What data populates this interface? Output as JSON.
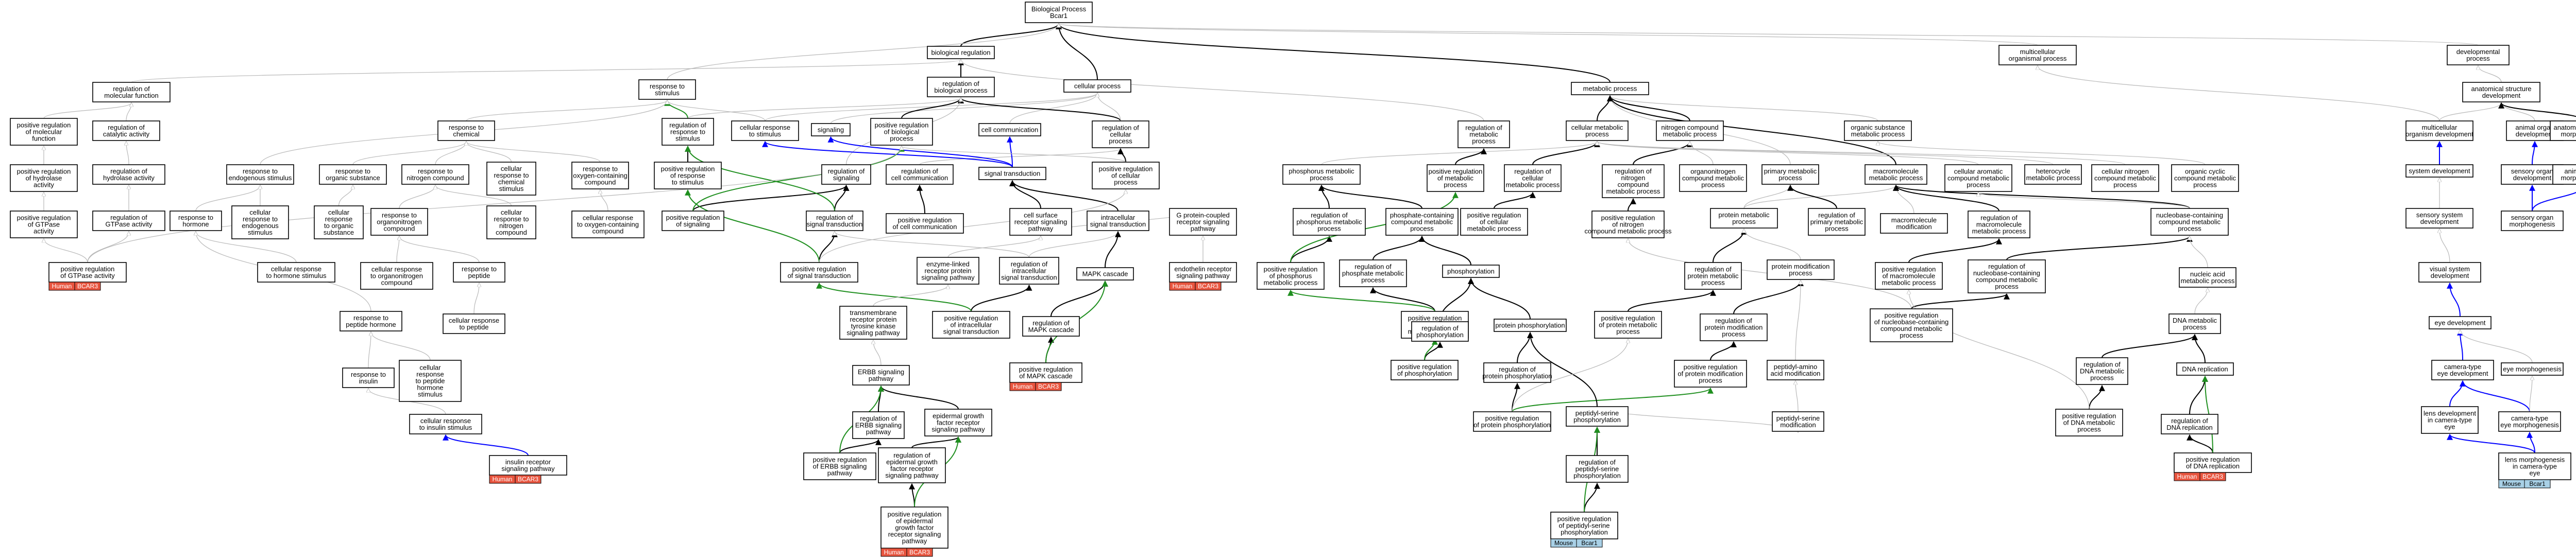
{
  "colors": {
    "human_tag": "#e8553f",
    "mouse_tag": "#a8d0e6",
    "gray_edge": "#b8b8b8",
    "black_edge": "#000000",
    "blue_edge": "#0000ff",
    "green_edge": "#1f8f1f"
  },
  "nodes": [
    {
      "id": "bp",
      "label": [
        "Biological Process",
        "Bcar1"
      ]
    },
    {
      "id": "bioreg",
      "label": [
        "biological regulation"
      ]
    },
    {
      "id": "regbio",
      "label": [
        "regulation of",
        "biological process"
      ]
    },
    {
      "id": "cellproc",
      "label": [
        "cellular process"
      ]
    },
    {
      "id": "multi",
      "label": [
        "multicellular",
        "organismal process"
      ]
    },
    {
      "id": "dev",
      "label": [
        "developmental",
        "process"
      ]
    },
    {
      "id": "metab",
      "label": [
        "metabolic process"
      ]
    },
    {
      "id": "regmol",
      "label": [
        "regulation of",
        "molecular function"
      ]
    },
    {
      "id": "posmol",
      "label": [
        "positive regulation",
        "of molecular",
        "function"
      ]
    },
    {
      "id": "regcat",
      "label": [
        "regulation of",
        "catalytic activity"
      ]
    },
    {
      "id": "poshyd",
      "label": [
        "positive regulation",
        "of hydrolase",
        "activity"
      ]
    },
    {
      "id": "reghyd",
      "label": [
        "regulation of",
        "hydrolase activity"
      ]
    },
    {
      "id": "posgtp",
      "label": [
        "positive regulation",
        "of GTPase",
        "activity"
      ]
    },
    {
      "id": "reggtp",
      "label": [
        "regulation of",
        "GTPase activity"
      ]
    },
    {
      "id": "posgtp2",
      "label": [
        "positive regulation",
        "of GTPase activity"
      ]
    },
    {
      "id": "respstim",
      "label": [
        "response to",
        "stimulus"
      ]
    },
    {
      "id": "respchem",
      "label": [
        "response to",
        "chemical"
      ]
    },
    {
      "id": "regresp",
      "label": [
        "regulation of",
        "response to",
        "stimulus"
      ]
    },
    {
      "id": "respendo",
      "label": [
        "response to",
        "endogenous stimulus"
      ]
    },
    {
      "id": "resporg",
      "label": [
        "response to",
        "organic substance"
      ]
    },
    {
      "id": "respnitro",
      "label": [
        "response to",
        "nitrogen compound"
      ]
    },
    {
      "id": "cellrespchem",
      "label": [
        "cellular",
        "response to",
        "chemical",
        "stimulus"
      ]
    },
    {
      "id": "respoxy",
      "label": [
        "response to",
        "oxygen-containing",
        "compound"
      ]
    },
    {
      "id": "resphorm",
      "label": [
        "response to",
        "hormone"
      ]
    },
    {
      "id": "cellrespendo",
      "label": [
        "cellular",
        "response to",
        "endogenous",
        "stimulus"
      ]
    },
    {
      "id": "cellresporg",
      "label": [
        "cellular",
        "response",
        "to organic",
        "substance"
      ]
    },
    {
      "id": "respoorgn",
      "label": [
        "response to",
        "organonitrogen",
        "compound"
      ]
    },
    {
      "id": "cellrespnitro",
      "label": [
        "cellular",
        "response to",
        "nitrogen",
        "compound"
      ]
    },
    {
      "id": "cellrespoxy",
      "label": [
        "cellular response",
        "to oxygen-containing",
        "compound"
      ]
    },
    {
      "id": "cellresphorm",
      "label": [
        "cellular response",
        "to hormone stimulus"
      ]
    },
    {
      "id": "cellrespoorgn",
      "label": [
        "cellular response",
        "to organonitrogen",
        "compound"
      ]
    },
    {
      "id": "resppep",
      "label": [
        "response to",
        "peptide"
      ]
    },
    {
      "id": "resppephorm",
      "label": [
        "response to",
        "peptide hormone"
      ]
    },
    {
      "id": "cellresppep",
      "label": [
        "cellular response",
        "to peptide"
      ]
    },
    {
      "id": "respins",
      "label": [
        "response to",
        "insulin"
      ]
    },
    {
      "id": "cellresppephorm",
      "label": [
        "cellular",
        "response",
        "to peptide",
        "hormone",
        "stimulus"
      ]
    },
    {
      "id": "cellrespins",
      "label": [
        "cellular response",
        "to insulin stimulus"
      ]
    },
    {
      "id": "insrec",
      "label": [
        "insulin receptor",
        "signaling pathway"
      ]
    },
    {
      "id": "cellrespstim",
      "label": [
        "cellular response",
        "to stimulus"
      ]
    },
    {
      "id": "signaling",
      "label": [
        "signaling"
      ]
    },
    {
      "id": "posregbio",
      "label": [
        "positive regulation",
        "of biological",
        "process"
      ]
    },
    {
      "id": "cellcomm",
      "label": [
        "cell communication"
      ]
    },
    {
      "id": "regcell",
      "label": [
        "regulation of",
        "cellular",
        "process"
      ]
    },
    {
      "id": "posresp",
      "label": [
        "positive regulation",
        "of response",
        "to stimulus"
      ]
    },
    {
      "id": "regsig",
      "label": [
        "regulation of",
        "signaling"
      ]
    },
    {
      "id": "regcomm",
      "label": [
        "regulation of",
        "cell communication"
      ]
    },
    {
      "id": "sigtrans",
      "label": [
        "signal transduction"
      ]
    },
    {
      "id": "poscell",
      "label": [
        "positive regulation",
        "of cellular",
        "process"
      ]
    },
    {
      "id": "possig",
      "label": [
        "positive regulation",
        "of signaling"
      ]
    },
    {
      "id": "regst",
      "label": [
        "regulation of",
        "signal transduction"
      ]
    },
    {
      "id": "poscomm",
      "label": [
        "positive regulation",
        "of cell communication"
      ]
    },
    {
      "id": "cellsurf",
      "label": [
        "cell surface",
        "receptor signaling",
        "pathway"
      ]
    },
    {
      "id": "intra",
      "label": [
        "intracellular",
        "signal transduction"
      ]
    },
    {
      "id": "gpcr",
      "label": [
        "G protein-coupled",
        "receptor signaling",
        "pathway"
      ]
    },
    {
      "id": "posst",
      "label": [
        "positive regulation",
        "of signal transduction"
      ]
    },
    {
      "id": "enzrec",
      "label": [
        "enzyme-linked",
        "receptor protein",
        "signaling pathway"
      ]
    },
    {
      "id": "regintra",
      "label": [
        "regulation of",
        "intracellular",
        "signal transduction"
      ]
    },
    {
      "id": "mapk",
      "label": [
        "MAPK cascade"
      ]
    },
    {
      "id": "endorec",
      "label": [
        "endothelin receptor",
        "signaling pathway"
      ]
    },
    {
      "id": "posintra",
      "label": [
        "positive regulation",
        "of intracellular",
        "signal transduction"
      ]
    },
    {
      "id": "regmapk",
      "label": [
        "regulation of",
        "MAPK cascade"
      ]
    },
    {
      "id": "tyrosine",
      "label": [
        "transmembrane",
        "receptor protein",
        "tyrosine kinase",
        "signaling pathway"
      ]
    },
    {
      "id": "posmapk",
      "label": [
        "positive regulation",
        "of MAPK cascade"
      ]
    },
    {
      "id": "erbb",
      "label": [
        "ERBB signaling",
        "pathway"
      ]
    },
    {
      "id": "regerbb",
      "label": [
        "regulation of",
        "ERBB signaling",
        "pathway"
      ]
    },
    {
      "id": "egfr",
      "label": [
        "epidermal growth",
        "factor receptor",
        "signaling pathway"
      ]
    },
    {
      "id": "poserbb",
      "label": [
        "positive regulation",
        "of ERBB signaling",
        "pathway"
      ]
    },
    {
      "id": "regegfr",
      "label": [
        "regulation of",
        "epidermal growth",
        "factor receptor",
        "signaling pathway"
      ]
    },
    {
      "id": "posegfr",
      "label": [
        "positive regulation",
        "of epidermal",
        "growth factor",
        "receptor signaling",
        "pathway"
      ]
    },
    {
      "id": "phosmet",
      "label": [
        "phosphorus metabolic",
        "process"
      ]
    },
    {
      "id": "regmet",
      "label": [
        "regulation of",
        "metabolic",
        "process"
      ]
    },
    {
      "id": "cellmet",
      "label": [
        "cellular metabolic",
        "process"
      ]
    },
    {
      "id": "nitrocomp",
      "label": [
        "nitrogen compound",
        "metabolic process"
      ]
    },
    {
      "id": "orgsub",
      "label": [
        "organic substance",
        "metabolic process"
      ]
    },
    {
      "id": "regphosmet",
      "label": [
        "regulation of",
        "phosphorus metabolic",
        "process"
      ]
    },
    {
      "id": "phosphcont",
      "label": [
        "phosphate-containing",
        "compound metabolic",
        "process"
      ]
    },
    {
      "id": "posmet",
      "label": [
        "positive regulation",
        "of metabolic",
        "process"
      ]
    },
    {
      "id": "regcellmet",
      "label": [
        "regulation of",
        "cellular",
        "metabolic process"
      ]
    },
    {
      "id": "regnitro",
      "label": [
        "regulation of",
        "nitrogen",
        "compound",
        "metabolic process"
      ]
    },
    {
      "id": "orgnitro",
      "label": [
        "organonitrogen",
        "compound metabolic",
        "process"
      ]
    },
    {
      "id": "primmet",
      "label": [
        "primary metabolic",
        "process"
      ]
    },
    {
      "id": "macromet",
      "label": [
        "macromolecule",
        "metabolic process"
      ]
    },
    {
      "id": "cellarom",
      "label": [
        "cellular aromatic",
        "compound metabolic",
        "process"
      ]
    },
    {
      "id": "hetero",
      "label": [
        "heterocycle",
        "metabolic process"
      ]
    },
    {
      "id": "cellnitro",
      "label": [
        "cellular nitrogen",
        "compound metabolic",
        "process"
      ]
    },
    {
      "id": "orgcyc",
      "label": [
        "organic cyclic",
        "compound metabolic",
        "process"
      ]
    },
    {
      "id": "posphosmet",
      "label": [
        "positive regulation",
        "of phosphorus",
        "metabolic process"
      ]
    },
    {
      "id": "regphosphmet",
      "label": [
        "regulation of",
        "phosphate metabolic",
        "process"
      ]
    },
    {
      "id": "poscellmet",
      "label": [
        "positive regulation",
        "of cellular",
        "metabolic process"
      ]
    },
    {
      "id": "posnitro",
      "label": [
        "positive regulation",
        "of nitrogen",
        "compound metabolic process"
      ]
    },
    {
      "id": "protmet",
      "label": [
        "protein metabolic",
        "process"
      ]
    },
    {
      "id": "regprimet",
      "label": [
        "regulation of",
        "primary metabolic",
        "process"
      ]
    },
    {
      "id": "macromod",
      "label": [
        "macromolecule",
        "modification"
      ]
    },
    {
      "id": "regmacromet",
      "label": [
        "regulation of",
        "macromolecule",
        "metabolic process"
      ]
    },
    {
      "id": "nucleo",
      "label": [
        "nucleobase-containing",
        "compound metabolic",
        "process"
      ]
    },
    {
      "id": "posphosphmet",
      "label": [
        "positive regulation",
        "of phosphate",
        "metabolic process"
      ]
    },
    {
      "id": "phosphorylation",
      "label": [
        "phosphorylation"
      ]
    },
    {
      "id": "regprotmet",
      "label": [
        "regulation of",
        "protein metabolic",
        "process"
      ]
    },
    {
      "id": "protmod",
      "label": [
        "protein modification",
        "process"
      ]
    },
    {
      "id": "posmacromet",
      "label": [
        "positive regulation",
        "of macromolecule",
        "metabolic process"
      ]
    },
    {
      "id": "regnucleo",
      "label": [
        "regulation of",
        "nucleobase-containing",
        "compound metabolic",
        "process"
      ]
    },
    {
      "id": "nucacid",
      "label": [
        "nucleic acid",
        "metabolic process"
      ]
    },
    {
      "id": "regphosph",
      "label": [
        "regulation of",
        "phosphorylation"
      ]
    },
    {
      "id": "protphos",
      "label": [
        "protein phosphorylation"
      ]
    },
    {
      "id": "posprotmet",
      "label": [
        "positive regulation",
        "of protein metabolic",
        "process"
      ]
    },
    {
      "id": "regprotmod",
      "label": [
        "regulation of",
        "protein modification",
        "process"
      ]
    },
    {
      "id": "posnucleo",
      "label": [
        "positive regulation",
        "of nucleobase-containing",
        "compound metabolic",
        "process"
      ]
    },
    {
      "id": "dnamet",
      "label": [
        "DNA metabolic",
        "process"
      ]
    },
    {
      "id": "posphosph",
      "label": [
        "positive regulation",
        "of phosphorylation"
      ]
    },
    {
      "id": "regprotphos",
      "label": [
        "regulation of",
        "protein phosphorylation"
      ]
    },
    {
      "id": "posprotmod",
      "label": [
        "positive regulation",
        "of protein modification",
        "process"
      ]
    },
    {
      "id": "peptaa",
      "label": [
        "peptidyl-amino",
        "acid modification"
      ]
    },
    {
      "id": "regdnamet",
      "label": [
        "regulation of",
        "DNA metabolic",
        "process"
      ]
    },
    {
      "id": "dnarep",
      "label": [
        "DNA replication"
      ]
    },
    {
      "id": "peptser",
      "label": [
        "peptidyl-serine",
        "modification"
      ]
    },
    {
      "id": "posprotphos",
      "label": [
        "positive regulation",
        "of protein phosphorylation"
      ]
    },
    {
      "id": "posdnamet",
      "label": [
        "positive regulation",
        "of DNA metabolic",
        "process"
      ]
    },
    {
      "id": "regdnarep",
      "label": [
        "regulation of",
        "DNA replication"
      ]
    },
    {
      "id": "pepsphos",
      "label": [
        "peptidyl-serine",
        "phosphorylation"
      ]
    },
    {
      "id": "posdnarep",
      "label": [
        "positive regulation",
        "of DNA replication"
      ]
    },
    {
      "id": "regpepsphos",
      "label": [
        "regulation of",
        "peptidyl-serine",
        "phosphorylation"
      ]
    },
    {
      "id": "pospepsphos",
      "label": [
        "positive regulation",
        "of peptidyl-serine",
        "phosphorylation"
      ]
    },
    {
      "id": "anatdev",
      "label": [
        "anatomical structure",
        "development"
      ]
    },
    {
      "id": "multidev",
      "label": [
        "multicellular",
        "organism development"
      ]
    },
    {
      "id": "animaldev",
      "label": [
        "animal organ",
        "development"
      ]
    },
    {
      "id": "anatmorph",
      "label": [
        "anatomical structure",
        "morphogenesis"
      ]
    },
    {
      "id": "sysdev",
      "label": [
        "system development"
      ]
    },
    {
      "id": "sensdev",
      "label": [
        "sensory organ",
        "development"
      ]
    },
    {
      "id": "animalmorph",
      "label": [
        "animal organ",
        "morphogenesis"
      ]
    },
    {
      "id": "senssys",
      "label": [
        "sensory system",
        "development"
      ]
    },
    {
      "id": "sensmorph",
      "label": [
        "sensory organ",
        "morphogenesis"
      ]
    },
    {
      "id": "vissys",
      "label": [
        "visual system",
        "development"
      ]
    },
    {
      "id": "eyedev",
      "label": [
        "eye development"
      ]
    },
    {
      "id": "cameye",
      "label": [
        "camera-type",
        "eye development"
      ]
    },
    {
      "id": "eyemorph",
      "label": [
        "eye morphogenesis"
      ]
    },
    {
      "id": "lensdev",
      "label": [
        "lens development",
        "in camera-type",
        "eye"
      ]
    },
    {
      "id": "cammorph",
      "label": [
        "camera-type",
        "eye morphogenesis"
      ]
    },
    {
      "id": "lensmorph",
      "label": [
        "lens morphogenesis",
        "in camera-type",
        "eye"
      ]
    }
  ],
  "tags": [
    {
      "id": "t_gtp",
      "left": "Human",
      "right": "BCAR3"
    },
    {
      "id": "t_ins",
      "left": "Human",
      "right": "BCAR3"
    },
    {
      "id": "t_endo",
      "left": "Human",
      "right": "BCAR3"
    },
    {
      "id": "t_mapk",
      "left": "Human",
      "right": "BCAR3"
    },
    {
      "id": "t_egfr",
      "left": "Human",
      "right": "BCAR3"
    },
    {
      "id": "t_dnarep",
      "left": "Human",
      "right": "BCAR3"
    },
    {
      "id": "t_peps",
      "left": "Mouse",
      "right": "Bcar1"
    },
    {
      "id": "t_lens",
      "left": "Mouse",
      "right": "Bcar1"
    }
  ]
}
